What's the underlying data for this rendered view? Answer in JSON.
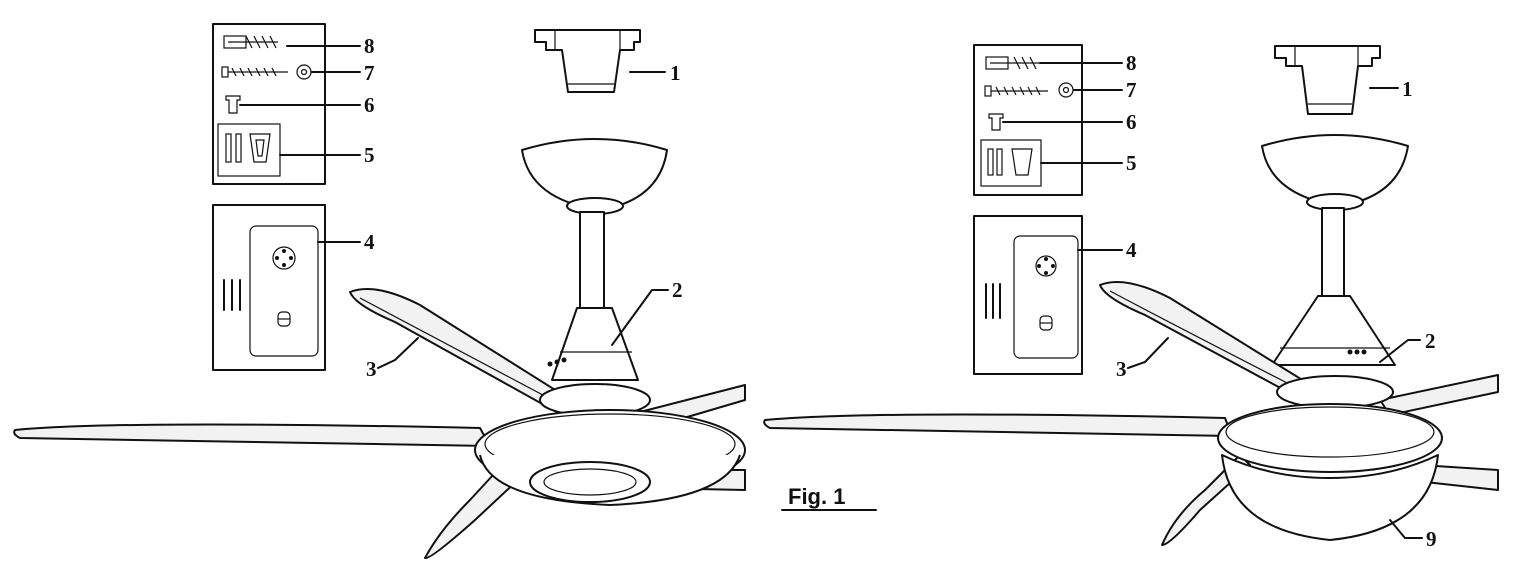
{
  "figure": {
    "caption": "Fig. 1",
    "labels": [
      "1",
      "2",
      "3",
      "4",
      "5",
      "6",
      "7",
      "8",
      "9"
    ]
  },
  "colors": {
    "line": "#111111",
    "background": "#ffffff"
  }
}
